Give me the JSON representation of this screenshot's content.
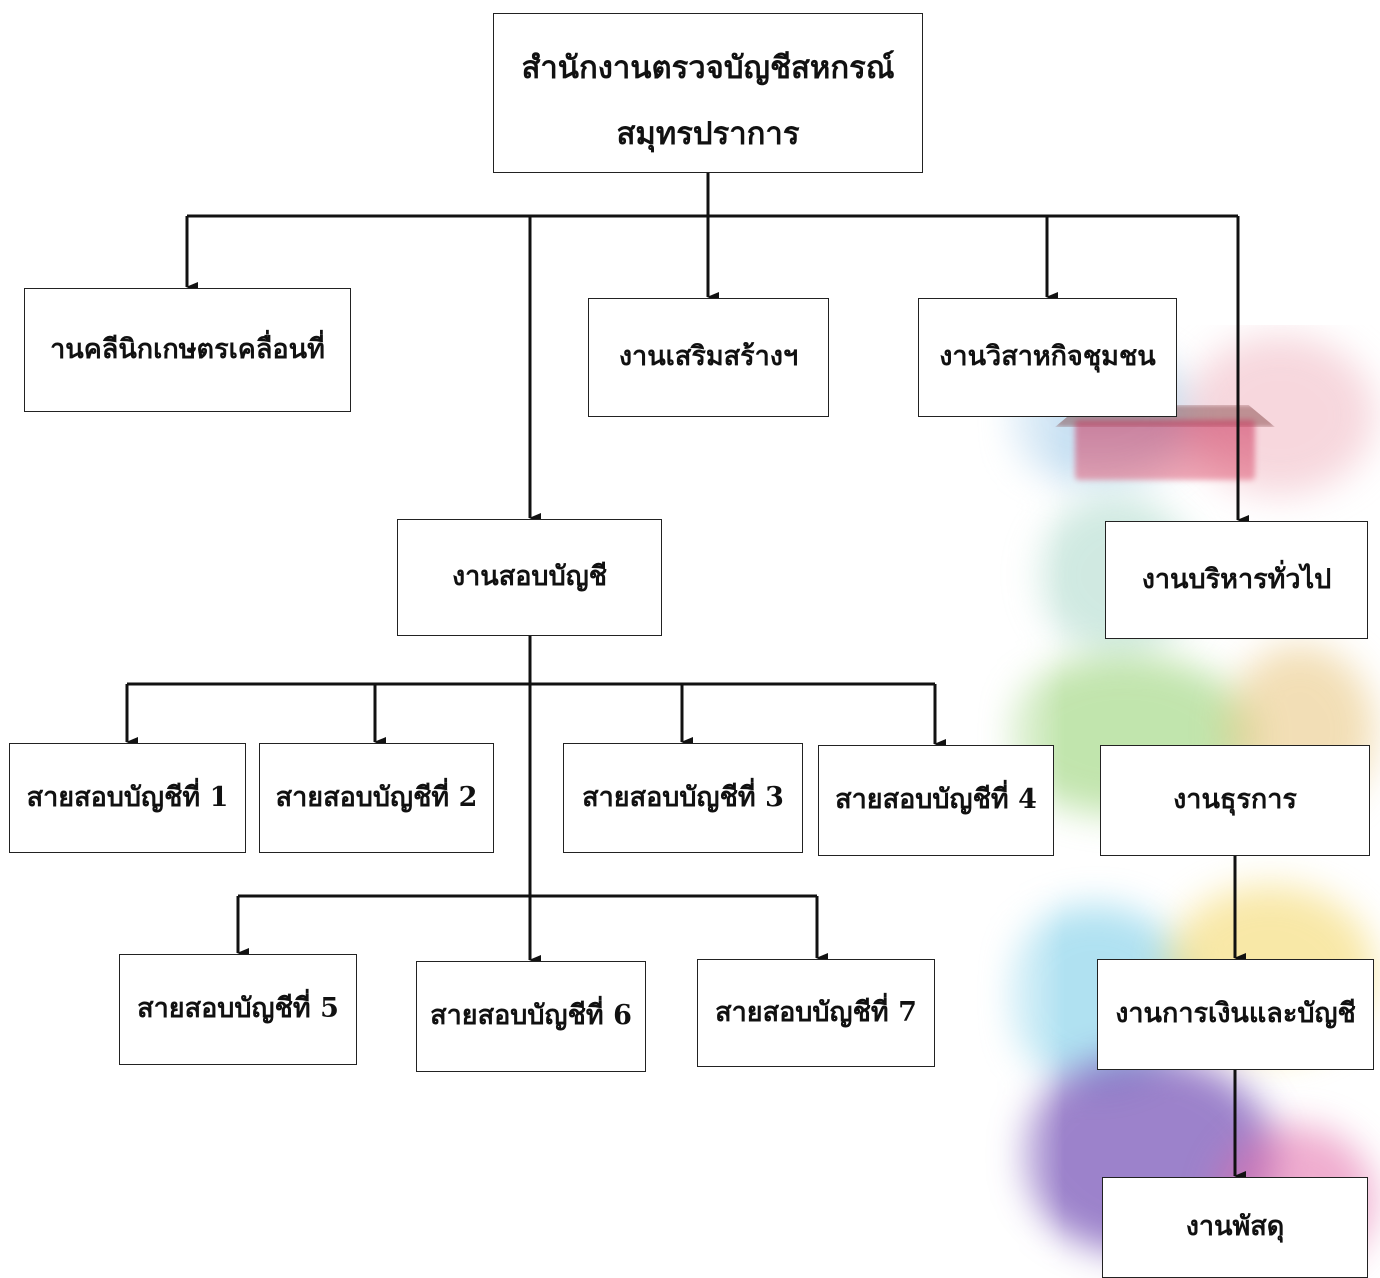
{
  "root": {
    "line1": "สำนักงานตรวจบัญชีสหกรณ์",
    "line2": "สมุทรปราการ"
  },
  "units": {
    "mobile_clinic": "านคลีนิกเกษตรเคลื่อนที่",
    "audit": "งานสอบบัญชี",
    "strengthen": "งานเสริมสร้างฯ",
    "community_enterprise": "งานวิสาหกิจชุมชน",
    "general_admin": "งานบริหารทั่วไป"
  },
  "audit_lines": [
    "สายสอบบัญชีที่ 1",
    "สายสอบบัญชีที่ 2",
    "สายสอบบัญชีที่ 3",
    "สายสอบบัญชีที่ 4",
    "สายสอบบัญชีที่ 5",
    "สายสอบบัญชีที่ 6",
    "สายสอบบัญชีที่ 7"
  ],
  "admin_units": [
    "งานธุรการ",
    "งานการเงินและบัญชี",
    "งานพัสดุ"
  ]
}
